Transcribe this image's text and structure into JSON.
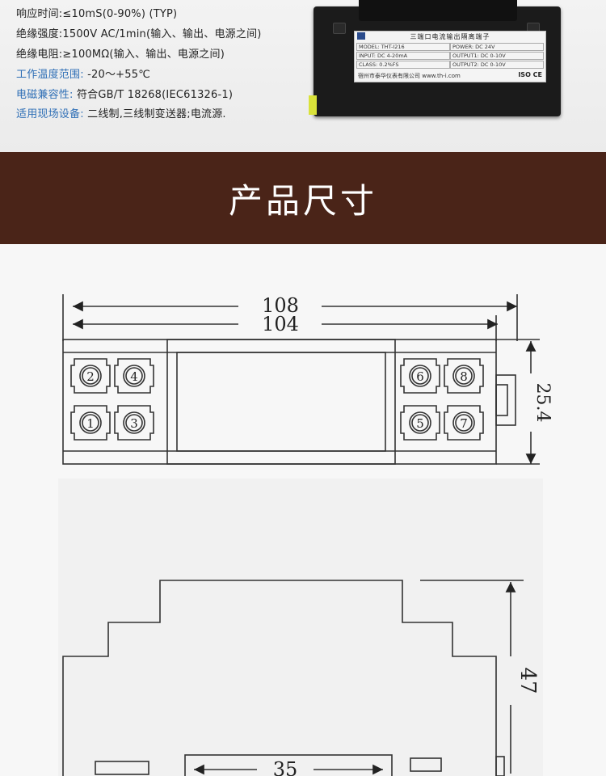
{
  "specs": {
    "response_time": "响应时间:≤10mS(0-90%) (TYP)",
    "insulation_strength": "绝缘强度:1500V AC/1min(输入、输出、电源之间)",
    "insulation_resistance": "绝缘电阻:≥100MΩ(输入、输出、电源之间)",
    "temp_label": "工作温度范围:",
    "temp_value": "-20～+55℃",
    "emc_label": "电磁兼容性:",
    "emc_value": "符合GB/T 18268(IEC61326-1)",
    "devices_label": "适用现场设备:",
    "devices_value": "二线制,三线制变送器;电流源."
  },
  "product_label": {
    "title": "三端口电流输出隔离端子",
    "model": "MODEL: THT-I216",
    "power": "POWER: DC 24V",
    "input": "INPUT: DC 4-20mA",
    "output1": "OUTPUT1: DC 0-10V",
    "class": "CLASS: 0.2%FS",
    "output2": "OUTPUT2: DC 0-10V",
    "footer": "宿州市泰华仪表有限公司 www.th-i.com",
    "marks": "ISO CE"
  },
  "banner": {
    "title": "产品尺寸"
  },
  "drawing": {
    "overall_length": "108",
    "body_length": "104",
    "height_dim": "25.4",
    "depth_dim": "47",
    "inner_dim": "35",
    "terminals_left_top": [
      "2",
      "4"
    ],
    "terminals_left_bottom": [
      "1",
      "3"
    ],
    "terminals_right_top": [
      "6",
      "8"
    ],
    "terminals_right_bottom": [
      "5",
      "7"
    ]
  },
  "colors": {
    "banner_bg": "#4a2418",
    "label_blue": "#2f6fb6",
    "line": "#333333"
  }
}
